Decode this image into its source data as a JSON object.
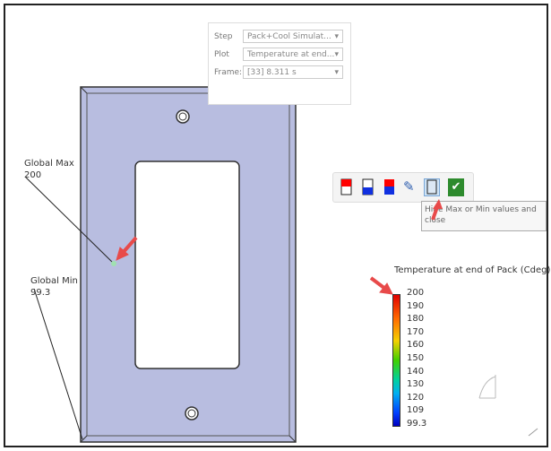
{
  "controls": {
    "step_label": "Step",
    "step_value": "Pack+Cool Simulat...",
    "plot_label": "Plot",
    "plot_value": "Temperature at end...",
    "frame_label": "Frame:",
    "frame_value": "[33]    8.311 s"
  },
  "toolbar": {
    "tooltip": "Hide Max or Min values and close",
    "buttons": [
      "show-max",
      "show-min",
      "show-max-min",
      "edit",
      "hide",
      "ok"
    ]
  },
  "annotations": {
    "max_label": "Global Max",
    "max_value": "200",
    "min_label": "Global Min",
    "min_value": "99.3"
  },
  "legend": {
    "title": "Temperature at end of Pack (Cdeg)",
    "ticks": [
      "200",
      "190",
      "180",
      "170",
      "160",
      "150",
      "140",
      "130",
      "120",
      "109",
      "99.3"
    ]
  },
  "colors": {
    "plate": "#b8bde0",
    "arrow": "#e84a4a"
  }
}
